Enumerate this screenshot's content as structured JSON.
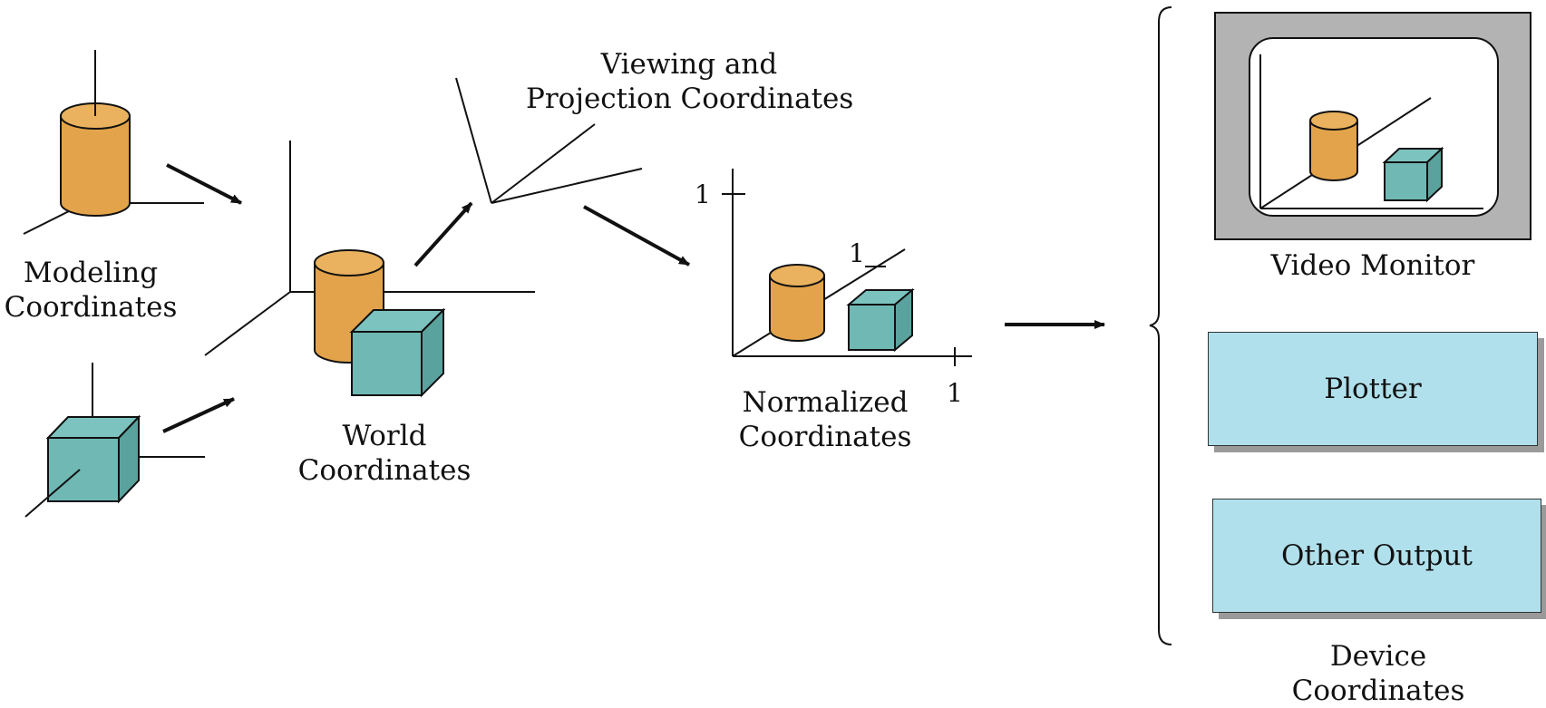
{
  "labels": {
    "modeling": "Modeling\nCoordinates",
    "world": "World\nCoordinates",
    "viewing": "Viewing and\nProjection Coordinates",
    "normalized": "Normalized\nCoordinates",
    "device": "Device\nCoordinates",
    "video_monitor": "Video Monitor",
    "plotter": "Plotter",
    "other_output": "Other Output"
  },
  "normalized_ticks": {
    "y": "1",
    "z": "1",
    "x": "1"
  },
  "colors": {
    "cylinder": "#e3a34a",
    "cube_front": "#6fb8b4",
    "cube_top": "#7cc3bf",
    "cube_side": "#5aa29e",
    "device_box": "#b0e0ec",
    "monitor_bezel": "#b3b3b3"
  }
}
